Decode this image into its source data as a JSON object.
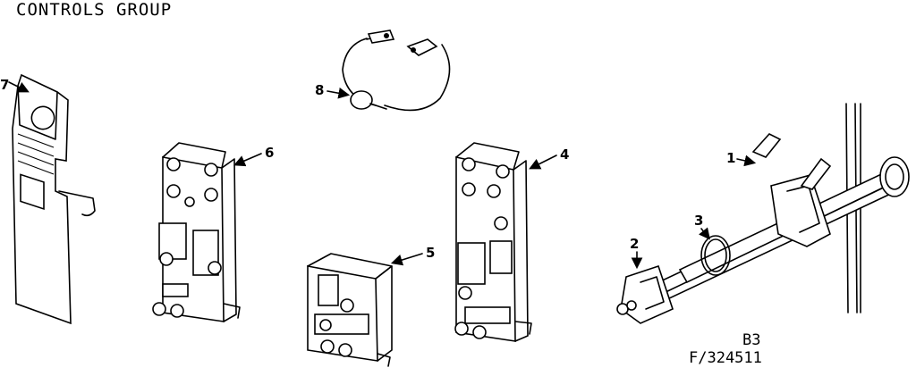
{
  "diagram": {
    "title": "CONTROLS GROUP",
    "reference": {
      "code": "B3",
      "figure": "F/324511"
    },
    "callouts": [
      {
        "id": "1",
        "label": "1"
      },
      {
        "id": "2",
        "label": "2"
      },
      {
        "id": "3",
        "label": "3"
      },
      {
        "id": "4",
        "label": "4"
      },
      {
        "id": "5",
        "label": "5"
      },
      {
        "id": "6",
        "label": "6"
      },
      {
        "id": "7",
        "label": "7"
      },
      {
        "id": "8",
        "label": "8"
      }
    ]
  }
}
